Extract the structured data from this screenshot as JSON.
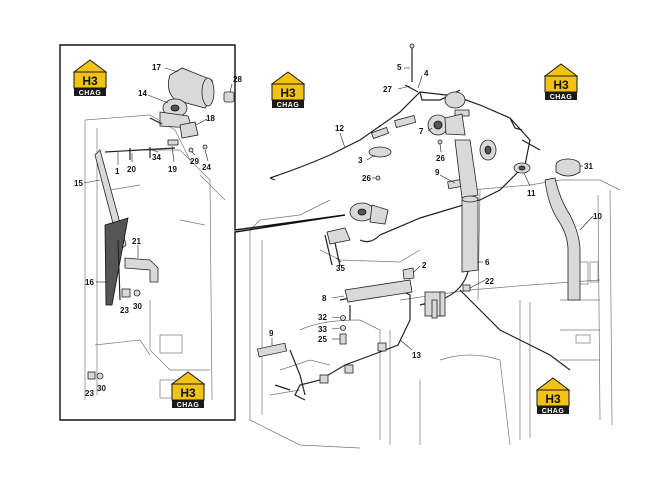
{
  "logos": [
    {
      "id": "logo-inset-top",
      "letters": "H3",
      "word": "CHAG"
    },
    {
      "id": "logo-top-center",
      "letters": "H3",
      "word": "CHAG"
    },
    {
      "id": "logo-top-right",
      "letters": "H3",
      "word": "CHAG"
    },
    {
      "id": "logo-inset-bottom",
      "letters": "H3",
      "word": "CHAG"
    },
    {
      "id": "logo-bottom-right",
      "letters": "H3",
      "word": "CHAG"
    }
  ],
  "inset_callouts": [
    "17",
    "28",
    "14",
    "18",
    "1",
    "20",
    "34",
    "19",
    "29",
    "24",
    "15",
    "21",
    "16",
    "23",
    "30",
    "23",
    "30"
  ],
  "main_callouts": [
    "5",
    "4",
    "27",
    "12",
    "7",
    "26",
    "3",
    "26",
    "9",
    "31",
    "11",
    "10",
    "2",
    "6",
    "22",
    "8",
    "32",
    "33",
    "25",
    "9",
    "13",
    "35"
  ],
  "colors": {
    "line": "#222222",
    "cab_outline": "#777777",
    "logo_yellow": "#f2c314",
    "logo_dark": "#1a1a1a"
  }
}
